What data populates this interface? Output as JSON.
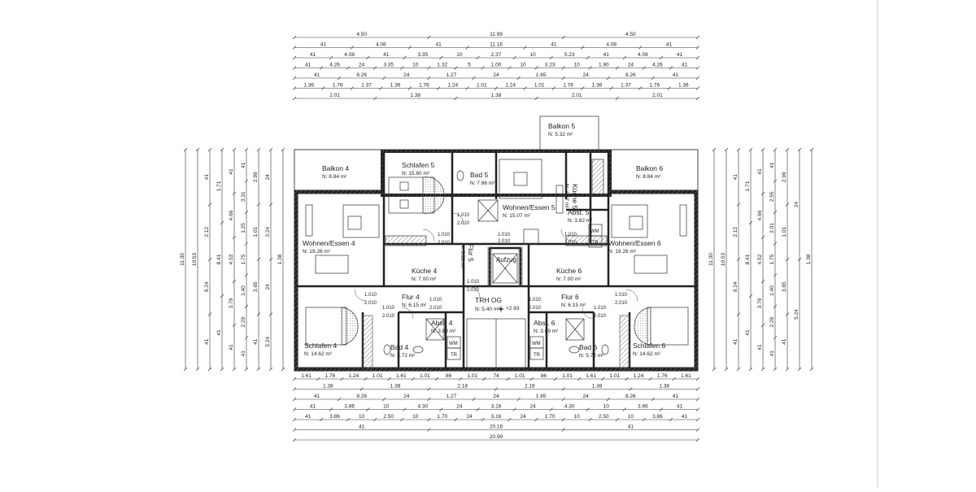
{
  "plan": {
    "level_label": "TRH OG",
    "level_height": "+2.93",
    "elevator_label": "Aufzug"
  },
  "rooms": [
    {
      "id": "balkon4",
      "name": "Balkon 4",
      "area": "N: 8.84 m²"
    },
    {
      "id": "schlafen5",
      "name": "Schlafen 5",
      "area": "N: 15.60 m²"
    },
    {
      "id": "bad5",
      "name": "Bad 5",
      "area": "N: 7.86 m²"
    },
    {
      "id": "balkon5",
      "name": "Balkon 5",
      "area": "N: 5.32 m²"
    },
    {
      "id": "kueche5",
      "name": "Küche 5",
      "area": "N: 4.97 m²"
    },
    {
      "id": "balkon6",
      "name": "Balkon 6",
      "area": "N: 8.84 m²"
    },
    {
      "id": "wohnen5",
      "name": "Wohnen/Essen 5",
      "area": "N: 15.07 m²"
    },
    {
      "id": "abst5",
      "name": "Abst. 5",
      "area": "N: 3.82 m²"
    },
    {
      "id": "wohnen4",
      "name": "Wohnen/Essen 4",
      "area": "N: 19.26 m²"
    },
    {
      "id": "wohnen6",
      "name": "Wohnen/Essen 6",
      "area": "N: 19.26 m²"
    },
    {
      "id": "flur5",
      "name": "Flur 5",
      "area": "N: 5.50 m²"
    },
    {
      "id": "kueche4",
      "name": "Küche 4",
      "area": "N: 7.00 m²"
    },
    {
      "id": "kueche6",
      "name": "Küche 6",
      "area": "N: 7.00 m²"
    },
    {
      "id": "flur4",
      "name": "Flur 4",
      "area": "N: 6.15 m²"
    },
    {
      "id": "trh",
      "name": "",
      "area": "N: 5.40 m²"
    },
    {
      "id": "flur6",
      "name": "Flur 6",
      "area": "N: 6.15 m²"
    },
    {
      "id": "abst4",
      "name": "Abst. 4",
      "area": "N: 3.89 m²"
    },
    {
      "id": "abst6",
      "name": "Abst. 6",
      "area": "N: 3.89 m²"
    },
    {
      "id": "bad4",
      "name": "Bad 4",
      "area": "N: 5.72 m²"
    },
    {
      "id": "bad6",
      "name": "Bad 6",
      "area": "N: 5.72 m²"
    },
    {
      "id": "schlafen4",
      "name": "Schlafen 4",
      "area": "N: 14.62 m²"
    },
    {
      "id": "schlafen6",
      "name": "Schlafen 6",
      "area": "N: 14.62 m²"
    }
  ],
  "fixtures": {
    "wm": "WM",
    "tr": "TR",
    "door_height": "2.010",
    "door_width": "1.010"
  },
  "dimensions": {
    "top": [
      [
        "4.50",
        "11.99",
        "4.50"
      ],
      [
        "41",
        "4.08",
        "41",
        "11.16",
        "41",
        "4.08",
        "41"
      ],
      [
        "41",
        "4.08",
        "41",
        "3.35",
        "10",
        "2.37",
        "10",
        "5.23",
        "41",
        "4.08",
        "41"
      ],
      [
        "41",
        "4.26",
        "24",
        "3.35",
        "10",
        "1.32",
        "5",
        "1.00",
        "10",
        "3.23",
        "10",
        "1.90",
        "24",
        "4.26",
        "41"
      ],
      [
        "41",
        "8.26",
        "24",
        "1.27",
        "24",
        "1.65",
        "24",
        "8.26",
        "41"
      ],
      [
        "1.36",
        "1.76",
        "1.37",
        "1.36",
        "1.76",
        "1.24",
        "1.01",
        "1.24",
        "1.01",
        "1.76",
        "1.36",
        "1.37",
        "1.76",
        "1.36"
      ],
      [
        "2.01",
        "1.38",
        "1.38",
        "2.01",
        "2.01"
      ]
    ],
    "bottom": [
      [
        "1.61",
        "1.76",
        "1.24",
        "1.01",
        "1.61",
        "1.01",
        "86",
        "1.01",
        "74",
        "1.01",
        "86",
        "1.01",
        "1.61",
        "1.01",
        "1.24",
        "1.76",
        "1.61"
      ],
      [
        "1.38",
        "1.38",
        "2.18",
        "2.18",
        "1.38",
        "1.38"
      ],
      [
        "41",
        "8.26",
        "24",
        "1.27",
        "24",
        "1.65",
        "24",
        "8.26",
        "41"
      ],
      [
        "41",
        "3.86",
        "10",
        "4.30",
        "24",
        "3.16",
        "24",
        "4.30",
        "10",
        "3.86",
        "41"
      ],
      [
        "41",
        "3.86",
        "10",
        "2.50",
        "10",
        "1.70",
        "24",
        "3.16",
        "24",
        "1.70",
        "10",
        "2.50",
        "10",
        "3.86",
        "41"
      ],
      [
        "41",
        "20.16",
        "41"
      ],
      [
        "20.99"
      ]
    ],
    "left": [
      [
        "11.30"
      ],
      [
        "10.53"
      ],
      [
        "41",
        "2.12",
        "9.24",
        "41"
      ],
      [
        "1.71",
        "8.41",
        "41"
      ],
      [
        "41",
        "4.66",
        "4.52",
        "3.79",
        "41"
      ],
      [
        "41",
        "3.31",
        "1.25",
        "1.75",
        "1.40",
        "2.29",
        "41"
      ],
      [
        "2.99",
        "1.01",
        "3.65",
        "41"
      ],
      [
        "24",
        "3.24",
        "24",
        "5.24"
      ],
      [
        "1.38"
      ]
    ],
    "right": [
      [
        "11.30"
      ],
      [
        "10.53"
      ],
      [
        "41",
        "2.12",
        "9.24",
        "41"
      ],
      [
        "1.71",
        "8.41",
        "41"
      ],
      [
        "41",
        "4.66",
        "4.52",
        "3.79",
        "41"
      ],
      [
        "41",
        "2.55",
        "2.01",
        "1.75",
        "1.40",
        "2.29",
        "41"
      ],
      [
        "2.99",
        "1.01",
        "3.65",
        "41"
      ],
      [
        "24",
        "5.24"
      ],
      [
        "1.38"
      ]
    ]
  }
}
